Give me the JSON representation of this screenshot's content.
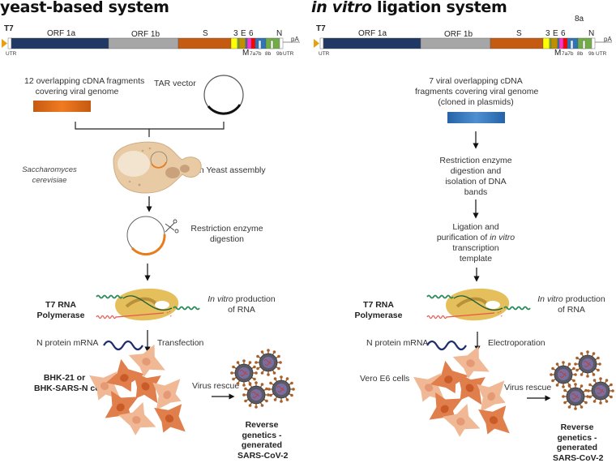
{
  "left_panel": {
    "title": "yeast-based system",
    "genome": {
      "promoter": "T7",
      "utr5": "UTR",
      "genes": [
        "ORF 1a",
        "ORF 1b",
        "S",
        "3",
        "E",
        "6",
        "N"
      ],
      "lower_labels": {
        "M": "M",
        "7a7b": "7a7b",
        "8b": "8b",
        "9b": "9b",
        "utr3": "UTR"
      },
      "polya": "pA"
    },
    "fragments_label_1": "12 overlapping cDNA fragments",
    "fragments_label_2": "covering viral genome",
    "vector_label": "TAR vector",
    "organism_label_1": "Saccharomyces",
    "organism_label_2": "cerevisiae",
    "assembly_label": "In Yeast assembly",
    "digestion_label_1": "Restriction enzyme",
    "digestion_label_2": "digestion",
    "polymerase_label_1": "T7 RNA",
    "polymerase_label_2": "Polymerase",
    "production_label_italic": "In vitro",
    "production_label_rest": " production",
    "production_label_2": "of RNA",
    "mrna_label": "N protein mRNA",
    "delivery_label": "Transfection",
    "cells_label_1": "BHK-21 or",
    "cells_label_2": "BHK-SARS-N cells",
    "rescue_label": "Virus rescue",
    "result_1": "Reverse",
    "result_2": "genetics -",
    "result_3": "generated",
    "result_4": "SARS-CoV-2"
  },
  "right_panel": {
    "title_italic": "in vitro",
    "title_rest": " ligation system",
    "genome": {
      "promoter": "T7",
      "utr5": "UTR",
      "genes": [
        "ORF 1a",
        "ORF 1b",
        "S",
        "3",
        "E",
        "6",
        "N"
      ],
      "extra_top_label": "8a",
      "lower_labels": {
        "M": "M",
        "7a7b": "7a7b",
        "8b": "8b",
        "9b": "9b",
        "utr3": "UTR"
      },
      "polya": "pA"
    },
    "fragments_label_1": "7 viral  overlapping cDNA",
    "fragments_label_2": "fragments covering viral genome",
    "fragments_label_3": "(cloned in plasmids)",
    "step1_1": "Restriction enzyme",
    "step1_2": "digestion and",
    "step1_3": "isolation of DNA",
    "step1_4": "bands",
    "step2_1": "Ligation and",
    "step2_2_pre": "purification of ",
    "step2_2_ital": "in vitro",
    "step2_3": "transcription",
    "step2_4": "template",
    "polymerase_label_1": "T7 RNA",
    "polymerase_label_2": "Polymerase",
    "production_label_italic": "In vitro",
    "production_label_rest": " production",
    "production_label_2": "of RNA",
    "mrna_label": "N protein mRNA",
    "delivery_label": "Electroporation",
    "cells_label_1": "Vero E6 cells",
    "rescue_label": "Virus rescue",
    "result_1": "Reverse",
    "result_2": "genetics -",
    "result_3": "generated",
    "result_4": "SARS-CoV-2"
  },
  "colors": {
    "orf1a": "#1f3864",
    "orf1b": "#a6a6a6",
    "s": "#c55a11",
    "orf3": "#ffff00",
    "e": "#70ad47",
    "m": "#bf8f00",
    "orf6": "#2e75b6",
    "orf7a": "#ff33cc",
    "orf7b": "#ff0000",
    "orf8": "#2e75b6",
    "n": "#70ad47",
    "t7": "#e6a010",
    "fragment_left": "#e36c1a",
    "fragment_right": "#2e75b6",
    "vector": "#111111",
    "insert": "#e87d1e"
  }
}
